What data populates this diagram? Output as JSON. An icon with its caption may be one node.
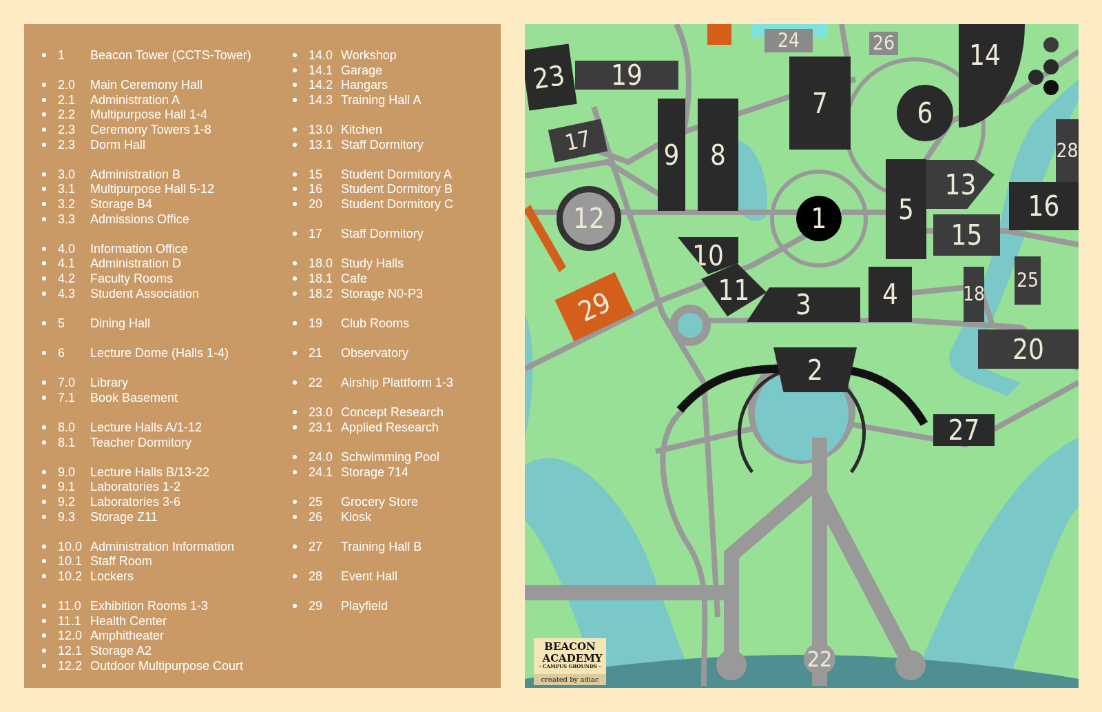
{
  "diagram": {
    "nodes": [
      {
        "text": [
          "24"
        ]
      },
      {
        "text": [
          "26"
        ]
      },
      {
        "text": [
          "14"
        ]
      },
      {
        "text": [
          "23"
        ]
      },
      {
        "text": [
          "19"
        ]
      },
      {
        "text": [
          "7"
        ]
      },
      {
        "text": [
          "6"
        ]
      },
      {
        "text": [
          "17"
        ]
      },
      {
        "text": [
          "9"
        ]
      },
      {
        "text": [
          "8"
        ]
      },
      {
        "text": [
          "28"
        ]
      },
      {
        "text": [
          "5"
        ]
      },
      {
        "text": [
          "13"
        ]
      },
      {
        "text": [
          "16"
        ]
      },
      {
        "text": [
          "12"
        ]
      },
      {
        "text": [
          "1"
        ]
      },
      {
        "text": [
          "10"
        ]
      },
      {
        "text": [
          "15"
        ]
      },
      {
        "text": [
          "11"
        ]
      },
      {
        "text": [
          "18"
        ]
      },
      {
        "text": [
          "25"
        ]
      },
      {
        "text": [
          "3"
        ]
      },
      {
        "text": [
          "4"
        ]
      },
      {
        "text": [
          "29"
        ]
      },
      {
        "text": [
          "20"
        ]
      },
      {
        "text": [
          "2"
        ]
      },
      {
        "text": [
          "27"
        ]
      },
      {
        "text": [
          "22"
        ]
      },
      {
        "text": [
          "BEACON ACADEMY",
          "- CAMPUS GROUNDS -",
          "created by adiac"
        ]
      }
    ],
    "labels": [
      "1",
      "Beacon Tower (CCTS-Tower)",
      "2.0",
      "Main Ceremony Hall",
      "2.1",
      "Administration A",
      "2.2",
      "Multipurpose Hall 1-4",
      "2.3",
      "Ceremony Towers 1-8",
      "2.3",
      "Dorm Hall",
      "3.0",
      "Administration B",
      "3.1",
      "Multipurpose Hall 5-12",
      "3.2",
      "Storage B4",
      "3.3",
      "Admissions Office",
      "4.0",
      "Information Office",
      "4.1",
      "Administration D",
      "4.2",
      "Faculty Rooms",
      "4.3",
      "Student Association",
      "5",
      "Dining Hall",
      "6",
      "Lecture Dome (Halls 1-4)",
      "7.0",
      "Library",
      "7.1",
      "Book Basement",
      "8.0",
      "Lecture Halls A/1-12",
      "8.1",
      "Teacher Dormitory",
      "9.0",
      "Lecture Halls B/13-22",
      "9.1",
      "Laboratories 1-2",
      "9.2",
      "Laboratories 3-6",
      "9.3",
      "Storage Z11",
      "10.0",
      "Administration Information",
      "10.1",
      "Staff Room",
      "10.2",
      "Lockers",
      "11.0",
      "Exhibition Rooms 1-3",
      "11.1",
      "Health Center",
      "12.0",
      "Amphitheater",
      "12.1",
      "Storage A2",
      "12.2",
      "Outdoor Multipurpose Court",
      "14.0",
      "Workshop",
      "14.1",
      "Garage",
      "14.2",
      "Hangars",
      "14.3",
      "Training Hall A",
      "13.0",
      "Kitchen",
      "13.1",
      "Staff Dormitory",
      "15",
      "Student Dormitory A",
      "16",
      "Student Dormitory B",
      "20",
      "Student Dormitory C",
      "17",
      "Staff Dormitory",
      "18.0",
      "Study Halls",
      "18.1",
      "Cafe",
      "18.2",
      "Storage N0-P3",
      "19",
      "Club Rooms",
      "21",
      "Observatory",
      "22",
      "Airship Plattform 1-3",
      "23.0",
      "Concept Research",
      "23.1",
      "Applied Research",
      "24.0",
      "Schwimming Pool",
      "24.1",
      "Storage 714",
      "25",
      "Grocery Store",
      "26",
      "Kiosk",
      "27",
      "Training Hall B",
      "28",
      "Event Hall",
      "29",
      "Playfield"
    ]
  }
}
